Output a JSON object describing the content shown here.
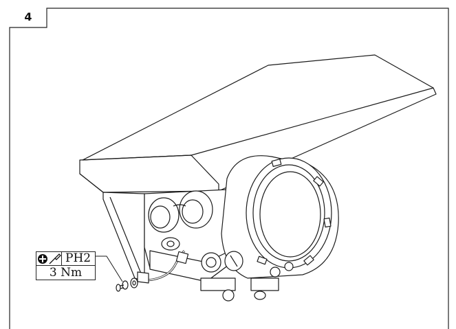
{
  "step": {
    "number": "4"
  },
  "spec": {
    "bit_size": "PH2",
    "torque": "3 Nm",
    "icons": [
      "phillips-screw-icon",
      "screwdriver-icon"
    ]
  }
}
